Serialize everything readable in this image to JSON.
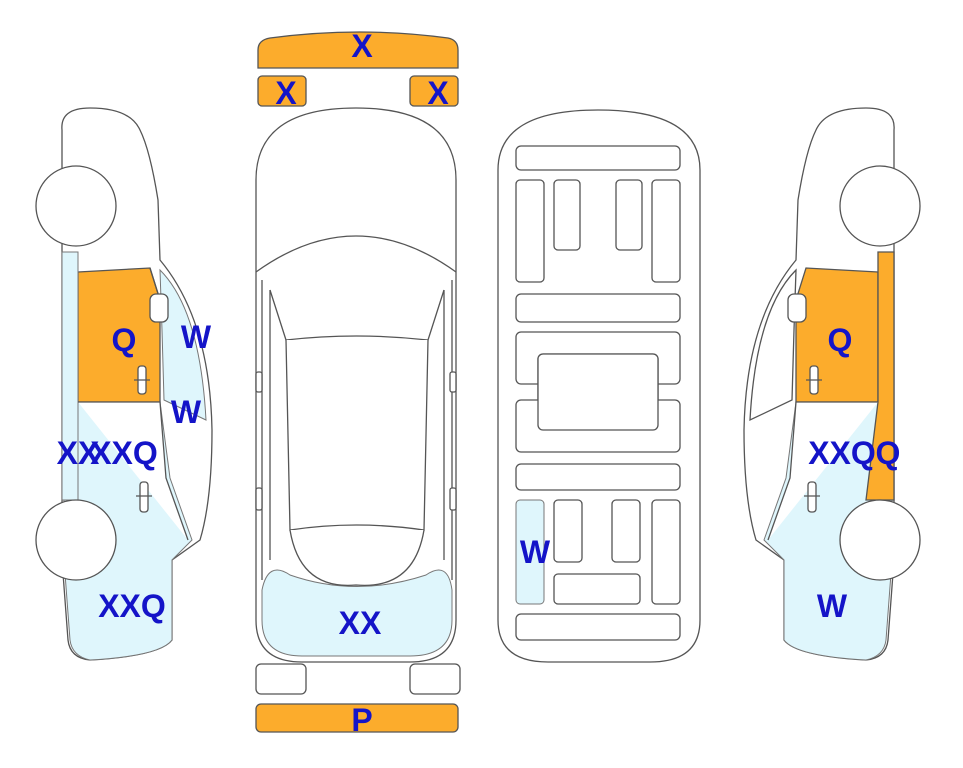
{
  "colors": {
    "damage_orange": "#fcac2c",
    "damage_blue": "#dff6fc",
    "label": "#1414c8",
    "outline": "#555555"
  },
  "labels": {
    "front_bumper": "X",
    "front_left_lamp": "X",
    "front_right_lamp": "X",
    "left_front_door": "Q",
    "left_front_window": "W",
    "left_mirror_window": "W",
    "left_rocker": "XX",
    "left_rear_door": "XXQ",
    "left_rear_quarter": "XXQ",
    "top_trunk": "XX",
    "floor_rear_left": "W",
    "rear_bumper": "P",
    "right_front_door": "Q",
    "right_rear_door": "XXQ",
    "right_pillar": "Q",
    "right_rear_quarter": "W"
  }
}
